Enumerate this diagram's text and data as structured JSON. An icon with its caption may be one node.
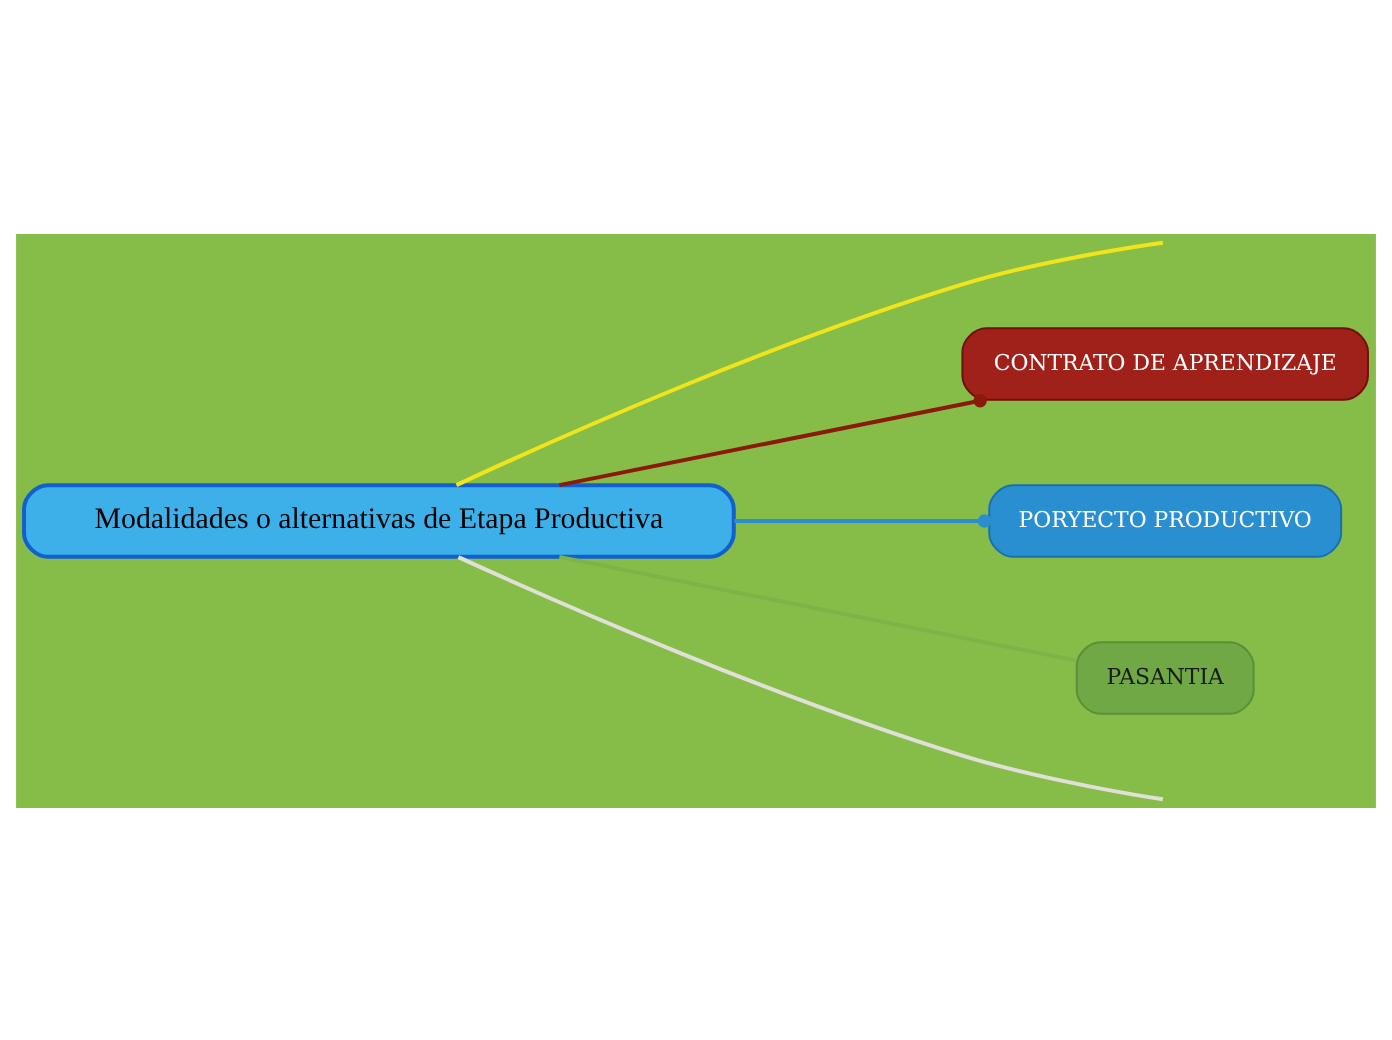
{
  "diagram": {
    "nodes": [
      {
        "text": [
          "Modalidades o alternativas de Etapa Productiva"
        ]
      },
      {
        "text": [
          "CONTRATO DE APRENDIZAJE"
        ]
      },
      {
        "text": [
          "PORYECTO PRODUCTIVO"
        ]
      },
      {
        "text": [
          "PASANTIA"
        ]
      }
    ],
    "edges": [
      {
        "from": 0,
        "to": null,
        "arrow": "none",
        "color": "#f2e41c"
      },
      {
        "from": 0,
        "to": 1,
        "arrow": "other",
        "color": "#8b1a0a"
      },
      {
        "from": 0,
        "to": 2,
        "arrow": "other",
        "color": "#2a8fd0"
      },
      {
        "from": 0,
        "to": 3,
        "arrow": "none",
        "color": "#7db348"
      },
      {
        "from": 0,
        "to": null,
        "arrow": "none",
        "color": "#e0e0d8"
      }
    ]
  }
}
